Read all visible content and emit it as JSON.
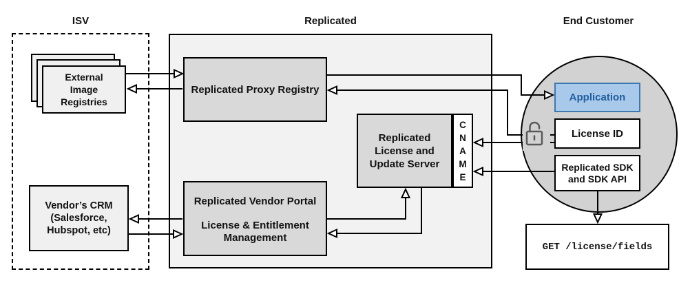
{
  "diagram": {
    "sections": {
      "isv": {
        "label": "ISV"
      },
      "replicated": {
        "label": "Replicated"
      },
      "end_customer": {
        "label": "End Customer"
      }
    },
    "nodes": {
      "external_registries": {
        "label": "External\nImage\nRegistries"
      },
      "vendor_crm": {
        "label": "Vendor’s CRM\n(Salesforce,\nHubspot, etc)"
      },
      "proxy_registry": {
        "label": "Replicated Proxy Registry"
      },
      "vendor_portal": {
        "title": "Replicated Vendor Portal",
        "subtitle": "License & Entitlement\nManagement"
      },
      "update_server": {
        "label": "Replicated\nLicense and\nUpdate Server"
      },
      "cname": {
        "label": "C\nN\nA\nM\nE"
      },
      "application": {
        "label": "Application"
      },
      "license_id": {
        "label": "License ID"
      },
      "sdk": {
        "label": "Replicated SDK\nand SDK API"
      },
      "get_endpoint": {
        "label": "GET /license/fields"
      }
    },
    "icons": {
      "license_lock": "unlocked-padlock-icon"
    },
    "colors": {
      "replicated_container_fill": "#f2f2f2",
      "gray_node_fill": "#d9d9d9",
      "light_node_fill": "#f0f0f0",
      "customer_circle_fill": "#d2d2d2",
      "application_fill": "#a9c9ea",
      "application_border": "#3d78b0",
      "application_text": "#1f5fa0",
      "line_color": "#000000",
      "lock_color": "#595959"
    }
  }
}
